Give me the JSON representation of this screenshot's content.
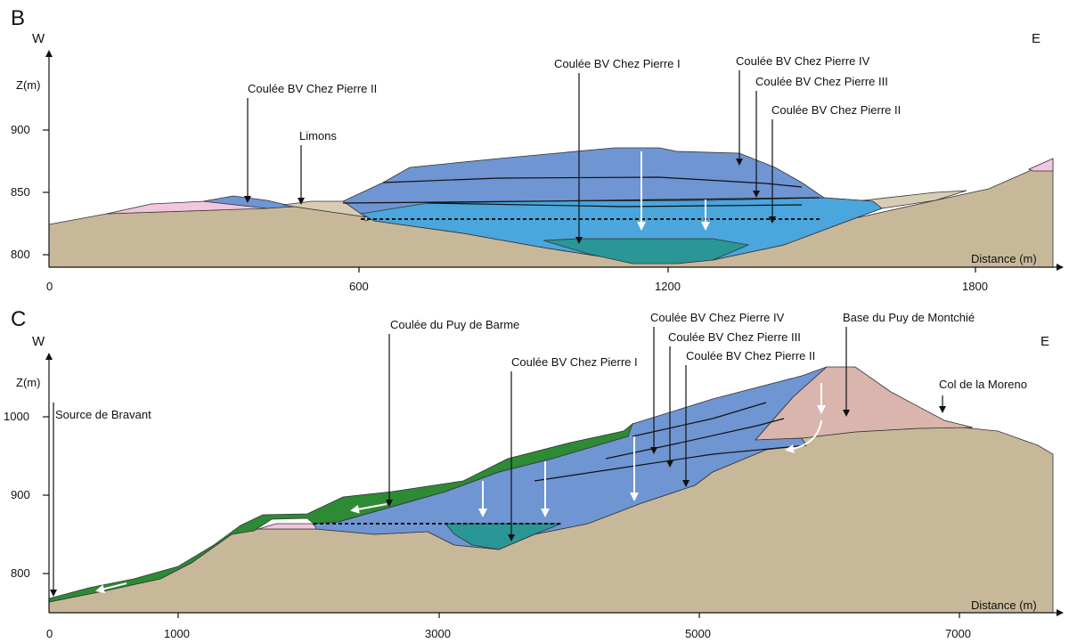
{
  "panel_b": {
    "letter": "B",
    "west": "W",
    "east": "E",
    "y_axis_label": "Z(m)",
    "x_axis_label": "Distance (m)",
    "y_ticks": [
      "900",
      "850",
      "800"
    ],
    "x_ticks": [
      "0",
      "600",
      "1200",
      "1800"
    ],
    "labels": {
      "chez_pierre_ii_left": "Coulée BV Chez Pierre II",
      "limons": "Limons",
      "chez_pierre_i": "Coulée BV Chez Pierre I",
      "chez_pierre_iv": "Coulée BV Chez Pierre IV",
      "chez_pierre_iii": "Coulée BV Chez Pierre III",
      "chez_pierre_ii_right": "Coulée BV Chez Pierre II"
    }
  },
  "panel_c": {
    "letter": "C",
    "west": "W",
    "east": "E",
    "y_axis_label": "Z(m)",
    "x_axis_label": "Distance (m)",
    "y_ticks": [
      "1000",
      "900",
      "800"
    ],
    "x_ticks": [
      "0",
      "1000",
      "3000",
      "5000",
      "7000"
    ],
    "labels": {
      "source_bravant": "Source de Bravant",
      "puy_barme": "Coulée du Puy de Barme",
      "chez_pierre_i": "Coulée BV Chez Pierre I",
      "chez_pierre_iv": "Coulée BV Chez Pierre IV",
      "chez_pierre_iii": "Coulée BV Chez Pierre III",
      "chez_pierre_ii": "Coulée BV Chez Pierre II",
      "base_montchie": "Base du Puy de Montchié",
      "col_moreno": "Col de la Moreno"
    }
  },
  "colors": {
    "bedrock": "#c8b89a",
    "basalt_blue": "#6f95d2",
    "light_blue": "#4aa6dc",
    "teal": "#2a9696",
    "green": "#2d8a35",
    "pink": "#f2c6dc",
    "silt": "#d9ccb4",
    "cone": "#d9b5ad"
  }
}
